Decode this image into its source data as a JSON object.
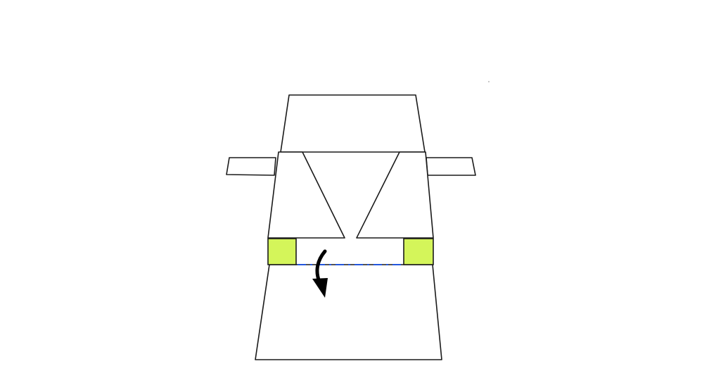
{
  "diagram": {
    "kind": "paper-folding-step",
    "colors": {
      "background": "#ffffff",
      "outline": "#1a1a1a",
      "glue_marker": "#d4f55a",
      "fold_line": "#2255dd",
      "arrow": "#000000"
    },
    "parts": [
      "top-panel",
      "left-tab",
      "right-tab",
      "left-flap",
      "right-flap",
      "left-marker",
      "right-marker",
      "bottom-panel",
      "fold-line",
      "fold-arrow"
    ],
    "fold_line_style": "dash-dot",
    "arrow_direction": "down-curving"
  }
}
